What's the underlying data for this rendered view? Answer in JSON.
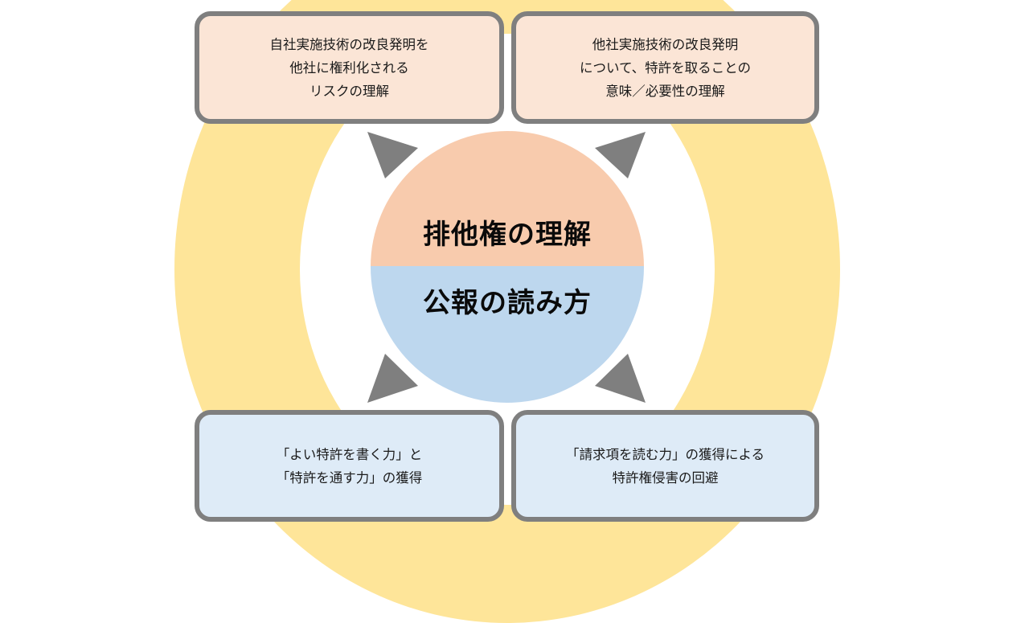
{
  "diagram": {
    "center": {
      "top_label": "排他権の理解",
      "bottom_label": "公報の読み方"
    },
    "boxes": {
      "top_left": {
        "lines": [
          "自社実施技術の改良発明を",
          "他社に権利化される",
          "リスクの理解"
        ]
      },
      "top_right": {
        "lines": [
          "他社実施技術の改良発明",
          "について、特許を取ることの",
          "意味／必要性の理解"
        ]
      },
      "bottom_left": {
        "lines": [
          "「よい特許を書く力」と",
          "「特許を通す力」の獲得"
        ]
      },
      "bottom_right": {
        "lines": [
          "「請求項を読む力」の獲得による",
          "特許権侵害の回避"
        ]
      }
    },
    "arrows": [
      {
        "position": "top-left",
        "direction": "up-left"
      },
      {
        "position": "top-right",
        "direction": "up-right"
      },
      {
        "position": "bottom-left",
        "direction": "down-left"
      },
      {
        "position": "bottom-right",
        "direction": "down-right"
      }
    ],
    "colors": {
      "ring": "#fee599",
      "center_top": "#f8cbad",
      "center_bottom": "#bdd7ee",
      "box_top_fill": "#fbe5d6",
      "box_bottom_fill": "#deebf7",
      "box_border": "#7f7f7f",
      "arrow": "#7f7f7f"
    }
  }
}
